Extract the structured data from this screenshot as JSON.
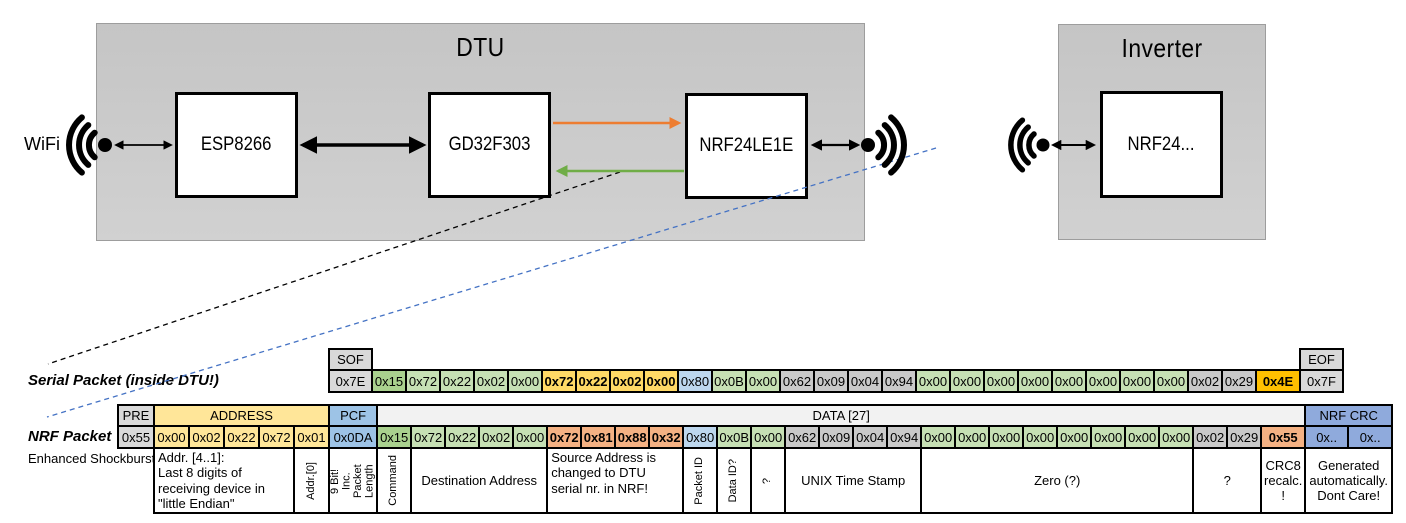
{
  "diagram": {
    "wifi_label": "WiFi",
    "dtu": {
      "title": "DTU",
      "components": [
        "ESP8266",
        "GD32F303",
        "NRF24LE1E"
      ]
    },
    "inverter": {
      "title": "Inverter",
      "component": "NRF24..."
    },
    "colors": {
      "orange_arrow": "#ED7D31",
      "green_arrow": "#70AD47",
      "blue_dashed_line": "#4472C4",
      "black_dashed_line": "#000000",
      "gray_box": "#C9C9C9"
    }
  },
  "cell_colors": {
    "gray": "#D9D9D9",
    "graymid": "#C9C9C9",
    "lightgray": "#F2F2F2",
    "yellow": "#FFE699",
    "gold": "#FFD966",
    "orange": "#FFC000",
    "salmon": "#F4B183",
    "bluepcf": "#9DC3E6",
    "bluepale": "#BDD7EE",
    "bluemed": "#8FAADC",
    "greendark": "#A9D18E",
    "greenlight": "#C6E0B4"
  },
  "serial_packet": {
    "label": "Serial Packet (inside DTU!)",
    "sof_header": "SOF",
    "eof_header": "EOF",
    "bytes": [
      {
        "v": "0x7E",
        "c": "gray"
      },
      {
        "v": "0x15",
        "c": "greendark"
      },
      {
        "v": "0x72",
        "c": "greenlight"
      },
      {
        "v": "0x22",
        "c": "greenlight"
      },
      {
        "v": "0x02",
        "c": "greenlight"
      },
      {
        "v": "0x00",
        "c": "greenlight"
      },
      {
        "v": "0x72",
        "c": "gold",
        "b": true
      },
      {
        "v": "0x22",
        "c": "gold",
        "b": true
      },
      {
        "v": "0x02",
        "c": "gold",
        "b": true
      },
      {
        "v": "0x00",
        "c": "gold",
        "b": true
      },
      {
        "v": "0x80",
        "c": "bluepale"
      },
      {
        "v": "0x0B",
        "c": "greenlight"
      },
      {
        "v": "0x00",
        "c": "greenlight"
      },
      {
        "v": "0x62",
        "c": "graymid"
      },
      {
        "v": "0x09",
        "c": "graymid"
      },
      {
        "v": "0x04",
        "c": "graymid"
      },
      {
        "v": "0x94",
        "c": "graymid"
      },
      {
        "v": "0x00",
        "c": "greenlight"
      },
      {
        "v": "0x00",
        "c": "greenlight"
      },
      {
        "v": "0x00",
        "c": "greenlight"
      },
      {
        "v": "0x00",
        "c": "greenlight"
      },
      {
        "v": "0x00",
        "c": "greenlight"
      },
      {
        "v": "0x00",
        "c": "greenlight"
      },
      {
        "v": "0x00",
        "c": "greenlight"
      },
      {
        "v": "0x00",
        "c": "greenlight"
      },
      {
        "v": "0x02",
        "c": "graymid"
      },
      {
        "v": "0x29",
        "c": "graymid"
      },
      {
        "v": "0x4E",
        "c": "orange",
        "b": true
      },
      {
        "v": "0x7F",
        "c": "gray"
      }
    ]
  },
  "nrf_packet": {
    "label": "NRF Packet",
    "sublabel": "Enhanced Shockburst",
    "headers": [
      {
        "label": "PRE",
        "span": 1,
        "c": "gray",
        "align": "left"
      },
      {
        "label": "ADDRESS",
        "span": 5,
        "c": "yellow"
      },
      {
        "label": "PCF",
        "span": 1,
        "c": "bluepcf",
        "align": "left"
      },
      {
        "label": "DATA [27]",
        "span": 27,
        "c": "lightgray"
      },
      {
        "label": "NRF CRC",
        "span": 2,
        "c": "bluemed"
      }
    ],
    "bytes": [
      {
        "v": "0x55",
        "c": "gray"
      },
      {
        "v": "0x00",
        "c": "yellow"
      },
      {
        "v": "0x02",
        "c": "yellow"
      },
      {
        "v": "0x22",
        "c": "yellow"
      },
      {
        "v": "0x72",
        "c": "yellow"
      },
      {
        "v": "0x01",
        "c": "yellow"
      },
      {
        "v": "0x0DA",
        "c": "bluepcf"
      },
      {
        "v": "0x15",
        "c": "greendark"
      },
      {
        "v": "0x72",
        "c": "greenlight"
      },
      {
        "v": "0x22",
        "c": "greenlight"
      },
      {
        "v": "0x02",
        "c": "greenlight"
      },
      {
        "v": "0x00",
        "c": "greenlight"
      },
      {
        "v": "0x72",
        "c": "salmon",
        "b": true
      },
      {
        "v": "0x81",
        "c": "salmon",
        "b": true
      },
      {
        "v": "0x88",
        "c": "salmon",
        "b": true
      },
      {
        "v": "0x32",
        "c": "salmon",
        "b": true
      },
      {
        "v": "0x80",
        "c": "bluepale"
      },
      {
        "v": "0x0B",
        "c": "greenlight"
      },
      {
        "v": "0x00",
        "c": "greenlight"
      },
      {
        "v": "0x62",
        "c": "graymid"
      },
      {
        "v": "0x09",
        "c": "graymid"
      },
      {
        "v": "0x04",
        "c": "graymid"
      },
      {
        "v": "0x94",
        "c": "graymid"
      },
      {
        "v": "0x00",
        "c": "greenlight"
      },
      {
        "v": "0x00",
        "c": "greenlight"
      },
      {
        "v": "0x00",
        "c": "greenlight"
      },
      {
        "v": "0x00",
        "c": "greenlight"
      },
      {
        "v": "0x00",
        "c": "greenlight"
      },
      {
        "v": "0x00",
        "c": "greenlight"
      },
      {
        "v": "0x00",
        "c": "greenlight"
      },
      {
        "v": "0x00",
        "c": "greenlight"
      },
      {
        "v": "0x02",
        "c": "graymid"
      },
      {
        "v": "0x29",
        "c": "graymid"
      },
      {
        "v": "0x55",
        "c": "salmon",
        "b": true
      },
      {
        "v": "0x..",
        "c": "bluemed"
      },
      {
        "v": "0x..",
        "c": "bluemed"
      }
    ],
    "annotations": [
      {
        "text": "Addr. [4..1]:\nLast 8 digits of receiving device in \"little Endian\"",
        "span": 4,
        "c": "white",
        "align": "left"
      },
      {
        "text": "Addr.[0]",
        "span": 1,
        "c": "white",
        "vertical": true
      },
      {
        "text": "9 Bit!\nInc. Packet\nLength",
        "span": 1,
        "c": "white",
        "vertical": true
      },
      {
        "text": "Command",
        "span": 1,
        "c": "white",
        "vertical": true
      },
      {
        "text": "Destination Address",
        "span": 4,
        "c": "white"
      },
      {
        "text": "Source Address is changed to DTU serial nr. in NRF!",
        "span": 4,
        "c": "salmon",
        "align": "left"
      },
      {
        "text": "Packet ID",
        "span": 1,
        "c": "white",
        "vertical": true
      },
      {
        "text": "Data ID?",
        "span": 1,
        "c": "white",
        "vertical": true
      },
      {
        "text": "?",
        "span": 1,
        "c": "white",
        "vertical": true
      },
      {
        "text": "UNIX Time Stamp",
        "span": 4,
        "c": "white"
      },
      {
        "text": "Zero (?)",
        "span": 8,
        "c": "white"
      },
      {
        "text": "?",
        "span": 2,
        "c": "white"
      },
      {
        "text": "CRC8\nrecalc.\n!",
        "span": 1,
        "c": "salmon"
      },
      {
        "text": "Generated\nautomatically.\nDont Care!",
        "span": 2,
        "c": "white"
      }
    ]
  }
}
